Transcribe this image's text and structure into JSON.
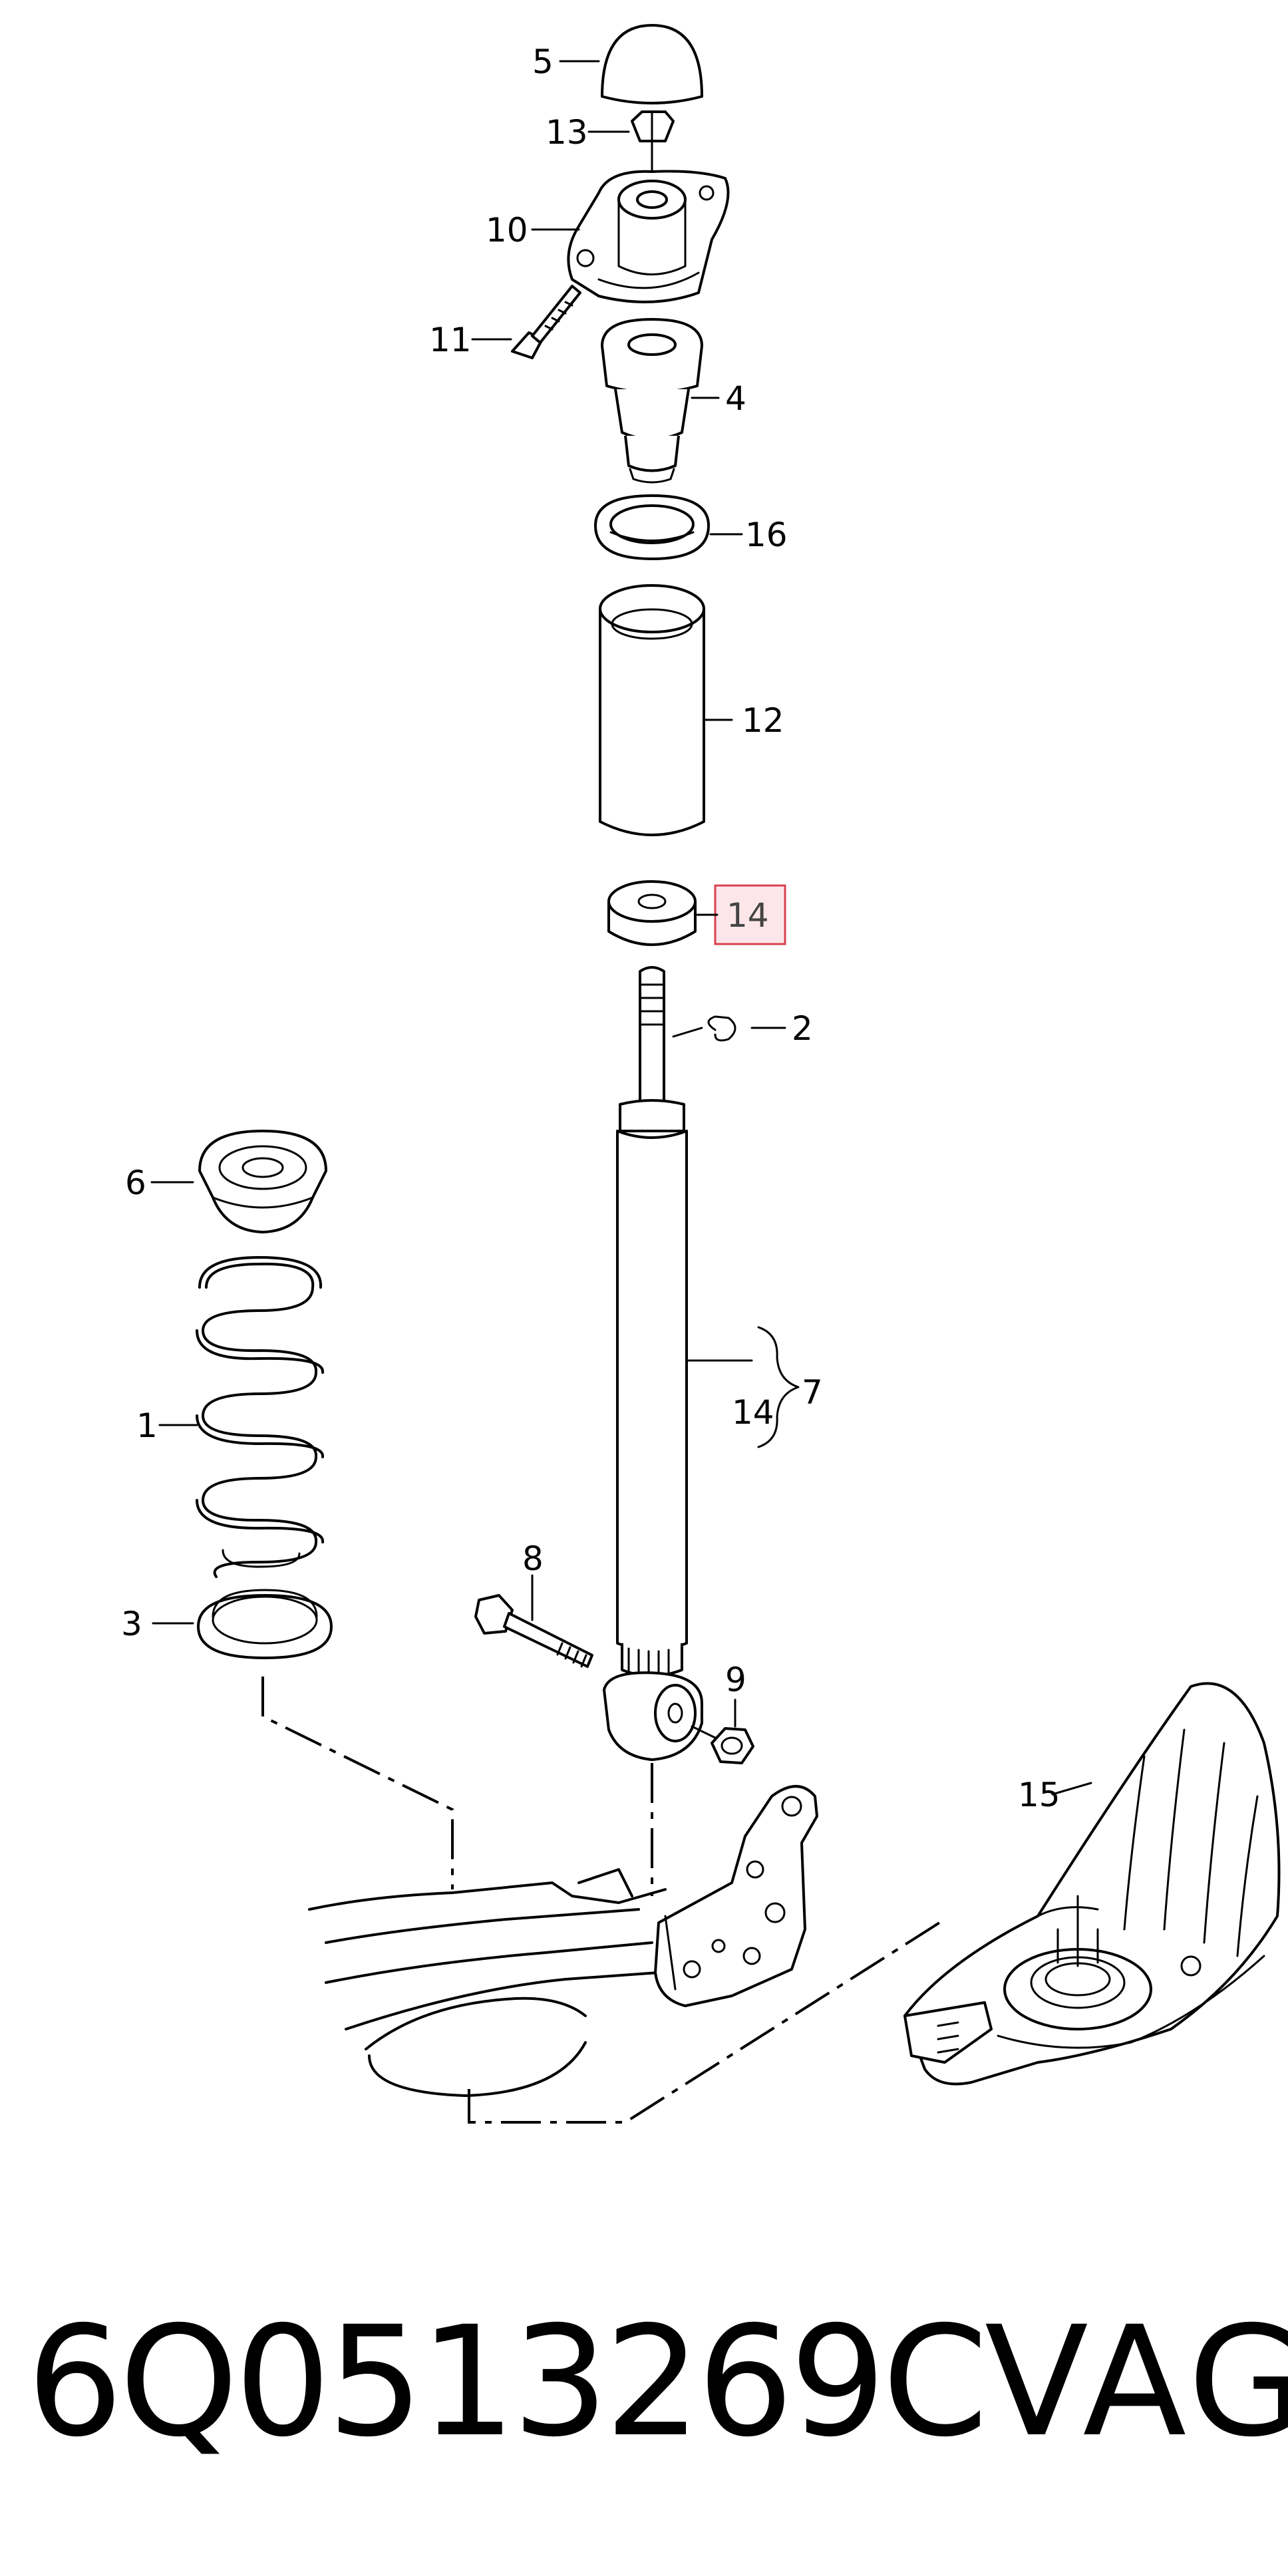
{
  "callouts": {
    "c1": "1",
    "c2": "2",
    "c3": "3",
    "c4": "4",
    "c5": "5",
    "c6": "6",
    "c7": "7",
    "c8": "8",
    "c9": "9",
    "c10": "10",
    "c11": "11",
    "c12": "12",
    "c13": "13",
    "c14_highlighted": "14",
    "c14_group": "14",
    "c15": "15",
    "c16": "16"
  },
  "highlight_color": "#d9414f",
  "caption": {
    "part_number": "6Q0513269C",
    "brand": "VAG"
  }
}
